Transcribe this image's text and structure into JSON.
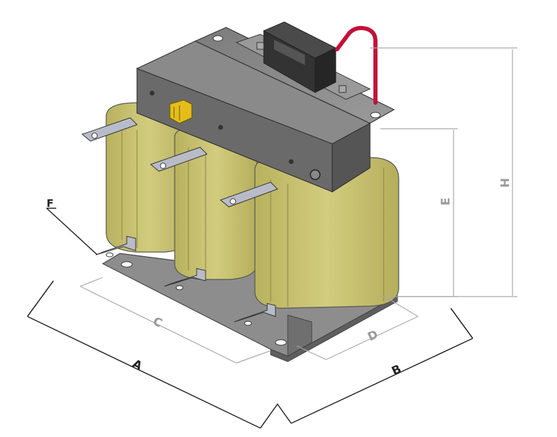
{
  "diagram": {
    "labels": {
      "A": "A",
      "B": "B",
      "C": "C",
      "D": "D",
      "E": "E",
      "H": "H",
      "F": "F"
    },
    "colors": {
      "coil": "#c9c373",
      "coil_dark": "#a9a35a",
      "steel": "#8d8d8d",
      "steel_dark": "#5e5e5e",
      "terminal_block": "#3a3a3a",
      "cable": "#c4103a",
      "connector": "#e4bd1a",
      "dim_dark": "#222222",
      "dim_light": "#9a9a9a"
    }
  }
}
